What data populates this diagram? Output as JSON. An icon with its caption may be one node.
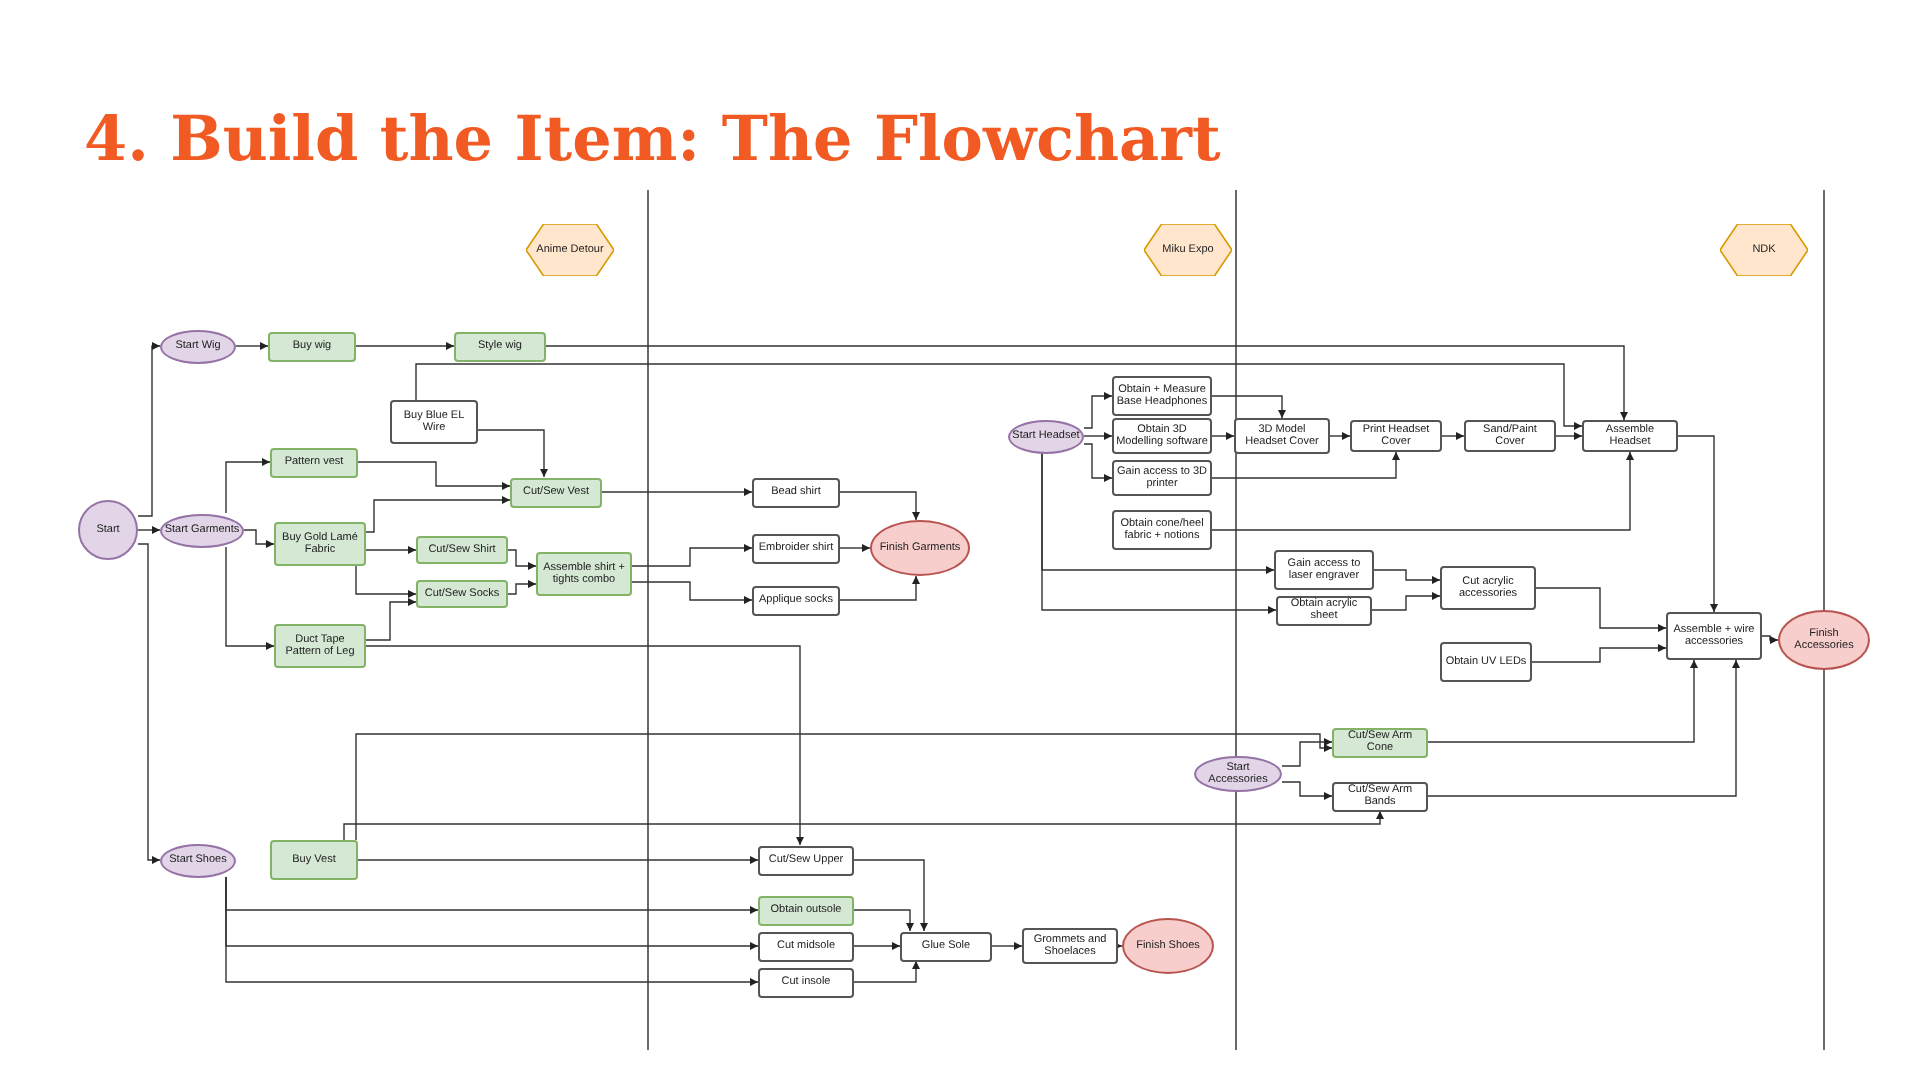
{
  "diagram": {
    "title": "4. Build the Item: The Flowchart",
    "nodes": [
      {
        "text": [
          "Anime Detour"
        ]
      },
      {
        "text": [
          "Miku Expo"
        ]
      },
      {
        "text": [
          "NDK"
        ]
      },
      {
        "text": [
          "Start"
        ]
      },
      {
        "text": [
          "Start Wig"
        ]
      },
      {
        "text": [
          "Buy wig"
        ]
      },
      {
        "text": [
          "Style wig"
        ]
      },
      {
        "text": [
          "Buy Blue EL Wire"
        ]
      },
      {
        "text": [
          "Start Garments"
        ]
      },
      {
        "text": [
          "Pattern vest"
        ]
      },
      {
        "text": [
          "Cut/Sew Vest"
        ]
      },
      {
        "text": [
          "Buy Gold Lamé Fabric"
        ]
      },
      {
        "text": [
          "Cut/Sew Shirt"
        ]
      },
      {
        "text": [
          "Cut/Sew Socks"
        ]
      },
      {
        "text": [
          "Assemble shirt + tights combo"
        ]
      },
      {
        "text": [
          "Duct Tape Pattern of Leg"
        ]
      },
      {
        "text": [
          "Bead shirt"
        ]
      },
      {
        "text": [
          "Embroider shirt"
        ]
      },
      {
        "text": [
          "Applique socks"
        ]
      },
      {
        "text": [
          "Finish Garments"
        ]
      },
      {
        "text": [
          "Start Headset"
        ]
      },
      {
        "text": [
          "Obtain + Measure Base Headphones"
        ]
      },
      {
        "text": [
          "Obtain 3D Modelling software"
        ]
      },
      {
        "text": [
          "Gain access to 3D printer"
        ]
      },
      {
        "text": [
          "Obtain cone/heel fabric + notions"
        ]
      },
      {
        "text": [
          "3D Model Headset Cover"
        ]
      },
      {
        "text": [
          "Print Headset Cover"
        ]
      },
      {
        "text": [
          "Sand/Paint Cover"
        ]
      },
      {
        "text": [
          "Assemble Headset"
        ]
      },
      {
        "text": [
          "Gain access to laser engraver"
        ]
      },
      {
        "text": [
          "Obtain acrylic sheet"
        ]
      },
      {
        "text": [
          "Cut acrylic accessories"
        ]
      },
      {
        "text": [
          "Obtain UV LEDs"
        ]
      },
      {
        "text": [
          "Assemble + wire accessories"
        ]
      },
      {
        "text": [
          "Finish Accessories"
        ]
      },
      {
        "text": [
          "Start Accessories"
        ]
      },
      {
        "text": [
          "Cut/Sew Arm Cone"
        ]
      },
      {
        "text": [
          "Cut/Sew Arm Bands"
        ]
      },
      {
        "text": [
          "Start Shoes"
        ]
      },
      {
        "text": [
          "Buy Vest"
        ]
      },
      {
        "text": [
          "Cut/Sew Upper"
        ]
      },
      {
        "text": [
          "Obtain outsole"
        ]
      },
      {
        "text": [
          "Cut midsole"
        ]
      },
      {
        "text": [
          "Cut insole"
        ]
      },
      {
        "text": [
          "Glue Sole"
        ]
      },
      {
        "text": [
          "Grommets and Shoelaces"
        ]
      },
      {
        "text": [
          "Finish Shoes"
        ]
      }
    ],
    "edges": [
      {
        "from": 3,
        "to": 4,
        "arrow": "to"
      },
      {
        "from": 3,
        "to": 8,
        "arrow": "to"
      },
      {
        "from": 3,
        "to": 38,
        "arrow": "to"
      },
      {
        "from": 4,
        "to": 5,
        "arrow": "to"
      },
      {
        "from": 5,
        "to": 6,
        "arrow": "to"
      },
      {
        "from": 6,
        "to": 28,
        "arrow": "to"
      },
      {
        "from": 7,
        "to": 10,
        "arrow": "to"
      },
      {
        "from": 7,
        "to": 28,
        "arrow": "to"
      },
      {
        "from": 8,
        "to": 9,
        "arrow": "to"
      },
      {
        "from": 8,
        "to": 11,
        "arrow": "to"
      },
      {
        "from": 8,
        "to": 15,
        "arrow": "to"
      },
      {
        "from": 9,
        "to": 10,
        "arrow": "to"
      },
      {
        "from": 11,
        "to": 10,
        "arrow": "to"
      },
      {
        "from": 11,
        "to": 12,
        "arrow": "to"
      },
      {
        "from": 11,
        "to": 13,
        "arrow": "to"
      },
      {
        "from": 15,
        "to": 13,
        "arrow": "to"
      },
      {
        "from": 12,
        "to": 14,
        "arrow": "to"
      },
      {
        "from": 13,
        "to": 14,
        "arrow": "to"
      },
      {
        "from": 10,
        "to": 16,
        "arrow": "to"
      },
      {
        "from": 14,
        "to": 17,
        "arrow": "to"
      },
      {
        "from": 14,
        "to": 18,
        "arrow": "to"
      },
      {
        "from": 16,
        "to": 19,
        "arrow": "to"
      },
      {
        "from": 17,
        "to": 19,
        "arrow": "to"
      },
      {
        "from": 18,
        "to": 19,
        "arrow": "to"
      },
      {
        "from": 15,
        "to": 40,
        "arrow": "to"
      },
      {
        "from": 20,
        "to": 21,
        "arrow": "to"
      },
      {
        "from": 20,
        "to": 22,
        "arrow": "to"
      },
      {
        "from": 20,
        "to": 23,
        "arrow": "to"
      },
      {
        "from": 20,
        "to": 29,
        "arrow": "to"
      },
      {
        "from": 20,
        "to": 30,
        "arrow": "to"
      },
      {
        "from": 21,
        "to": 25,
        "arrow": "to"
      },
      {
        "from": 22,
        "to": 25,
        "arrow": "to"
      },
      {
        "from": 23,
        "to": 26,
        "arrow": "to"
      },
      {
        "from": 24,
        "to": 28,
        "arrow": "to"
      },
      {
        "from": 25,
        "to": 26,
        "arrow": "to"
      },
      {
        "from": 26,
        "to": 27,
        "arrow": "to"
      },
      {
        "from": 27,
        "to": 28,
        "arrow": "to"
      },
      {
        "from": 28,
        "to": 33,
        "arrow": "to"
      },
      {
        "from": 29,
        "to": 31,
        "arrow": "to"
      },
      {
        "from": 30,
        "to": 31,
        "arrow": "to"
      },
      {
        "from": 31,
        "to": 33,
        "arrow": "to"
      },
      {
        "from": 32,
        "to": 33,
        "arrow": "to"
      },
      {
        "from": 33,
        "to": 34,
        "arrow": "to"
      },
      {
        "from": 35,
        "to": 36,
        "arrow": "to"
      },
      {
        "from": 35,
        "to": 37,
        "arrow": "to"
      },
      {
        "from": 36,
        "to": 33,
        "arrow": "to"
      },
      {
        "from": 37,
        "to": 33,
        "arrow": "to"
      },
      {
        "from": 39,
        "to": 36,
        "arrow": "to"
      },
      {
        "from": 39,
        "to": 37,
        "arrow": "to"
      },
      {
        "from": 39,
        "to": 40,
        "arrow": "to"
      },
      {
        "from": 38,
        "to": 41,
        "arrow": "to"
      },
      {
        "from": 38,
        "to": 42,
        "arrow": "to"
      },
      {
        "from": 38,
        "to": 43,
        "arrow": "to"
      },
      {
        "from": 40,
        "to": 44,
        "arrow": "to"
      },
      {
        "from": 41,
        "to": 44,
        "arrow": "to"
      },
      {
        "from": 42,
        "to": 44,
        "arrow": "to"
      },
      {
        "from": 43,
        "to": 44,
        "arrow": "to"
      },
      {
        "from": 44,
        "to": 45,
        "arrow": "to"
      },
      {
        "from": 45,
        "to": 46,
        "arrow": "to"
      }
    ]
  }
}
